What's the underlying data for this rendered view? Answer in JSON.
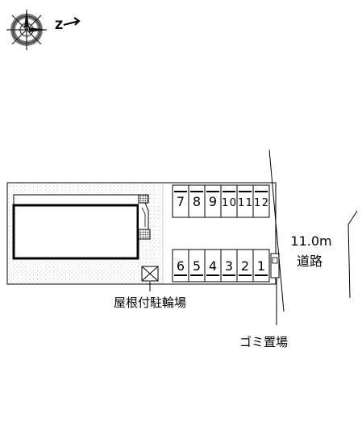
{
  "compass": {
    "label": "Z",
    "icon": "compass-rose-icon"
  },
  "parking": {
    "north_row": [
      "7",
      "8",
      "9",
      "10",
      "11",
      "12"
    ],
    "south_row": [
      "6",
      "5",
      "4",
      "3",
      "2",
      "1"
    ]
  },
  "labels": {
    "road_width": "11.0m",
    "road": "道路",
    "bicycle_parking": "屋根付駐輪場",
    "garbage_area": "ゴミ置場"
  },
  "colors": {
    "line": "#000000",
    "stipple": "#bdbdbd",
    "background": "#ffffff"
  }
}
